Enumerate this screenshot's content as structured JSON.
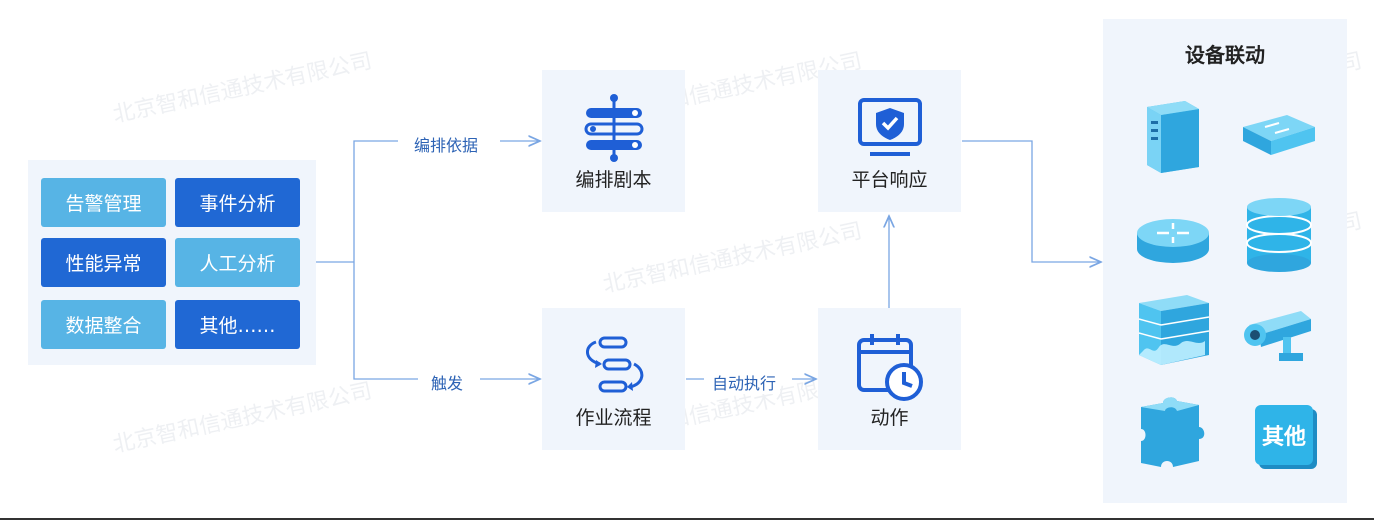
{
  "watermark": "北京智和信通技术有限公司",
  "sources": [
    {
      "label": "告警管理",
      "tone": "light"
    },
    {
      "label": "事件分析",
      "tone": "dark"
    },
    {
      "label": "性能异常",
      "tone": "dark"
    },
    {
      "label": "人工分析",
      "tone": "light"
    },
    {
      "label": "数据整合",
      "tone": "light"
    },
    {
      "label": "其他……",
      "tone": "dark"
    }
  ],
  "flow": {
    "edge_basis": "编排依据",
    "edge_trigger": "触发",
    "edge_auto": "自动执行"
  },
  "cards": {
    "playbook": "编排剧本",
    "workflow": "作业流程",
    "platform_response": "平台响应",
    "action": "动作"
  },
  "devices": {
    "title": "设备联动",
    "other_label": "其他"
  },
  "colors": {
    "accent_blue": "#2068d4",
    "light_blue": "#57b4e5",
    "panel_bg": "#f0f5fc",
    "line_blue": "#7aa6e3",
    "device_cyan": "#2fb4e8"
  }
}
